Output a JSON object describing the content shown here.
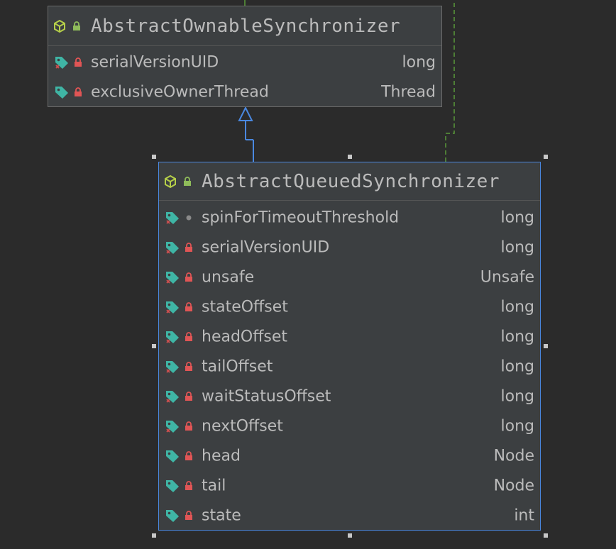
{
  "colors": {
    "background": "#2b2b2b",
    "node_bg": "#3c3f41",
    "selected_border": "#4a88e0",
    "text": "#bbbbbb",
    "lock_red": "#e05555",
    "lock_green": "#8fbc5a",
    "field_teal": "#3fb5a5",
    "class_icon_green": "#b5cf49",
    "dashed_edge": "#5a9a3a"
  },
  "nodes": {
    "aos": {
      "title": "AbstractOwnableSynchronizer",
      "fields": [
        {
          "name": "serialVersionUID",
          "type": "long",
          "static": true,
          "visibility": "private"
        },
        {
          "name": "exclusiveOwnerThread",
          "type": "Thread",
          "static": false,
          "visibility": "private"
        }
      ]
    },
    "aqs": {
      "title": "AbstractQueuedSynchronizer",
      "fields": [
        {
          "name": "spinForTimeoutThreshold",
          "type": "long",
          "static": true,
          "visibility": "package"
        },
        {
          "name": "serialVersionUID",
          "type": "long",
          "static": true,
          "visibility": "private"
        },
        {
          "name": "unsafe",
          "type": "Unsafe",
          "static": true,
          "visibility": "private"
        },
        {
          "name": "stateOffset",
          "type": "long",
          "static": true,
          "visibility": "private"
        },
        {
          "name": "headOffset",
          "type": "long",
          "static": true,
          "visibility": "private"
        },
        {
          "name": "tailOffset",
          "type": "long",
          "static": true,
          "visibility": "private"
        },
        {
          "name": "waitStatusOffset",
          "type": "long",
          "static": true,
          "visibility": "private"
        },
        {
          "name": "nextOffset",
          "type": "long",
          "static": true,
          "visibility": "private"
        },
        {
          "name": "head",
          "type": "Node",
          "static": false,
          "visibility": "private"
        },
        {
          "name": "tail",
          "type": "Node",
          "static": false,
          "visibility": "private"
        },
        {
          "name": "state",
          "type": "int",
          "static": false,
          "visibility": "private"
        }
      ]
    }
  },
  "edges": [
    {
      "from": "aqs",
      "to": "aos",
      "kind": "extends",
      "style": "solid"
    },
    {
      "from": "aqs",
      "to": "offscreen",
      "kind": "implements",
      "style": "dashed"
    }
  ]
}
